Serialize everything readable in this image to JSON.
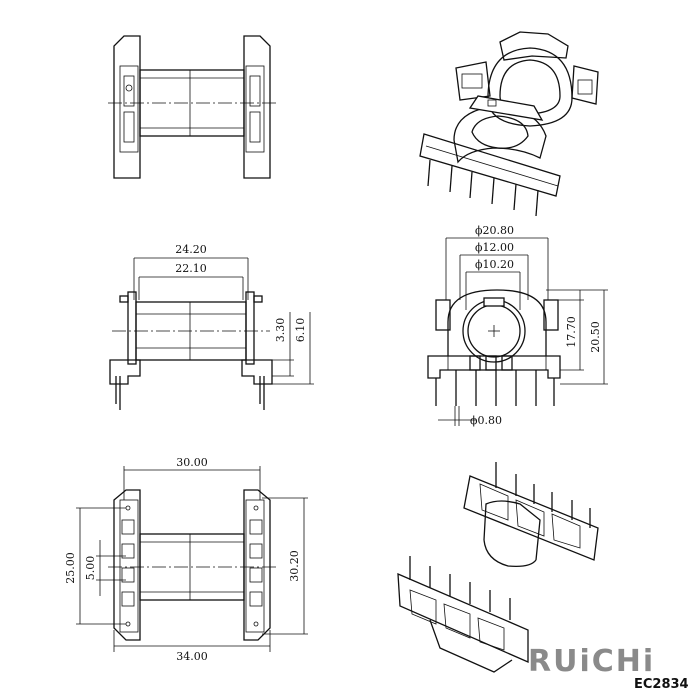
{
  "brand": "RUiCHi",
  "model": "EC2834",
  "dimensions": {
    "side_overall": "24.20",
    "side_inner": "22.10",
    "side_h1": "3.30",
    "side_h2": "6.10",
    "dia_flange": "20.80",
    "dia_core": "12.00",
    "dia_inner": "10.20",
    "front_h1": "17.70",
    "front_h2": "20.50",
    "pin_dia": "0.80",
    "bottom_width_top": "30.00",
    "bottom_width_bottom": "34.00",
    "bottom_h_outer": "25.00",
    "bottom_pitch": "5.00",
    "bottom_h_right": "30.20"
  }
}
